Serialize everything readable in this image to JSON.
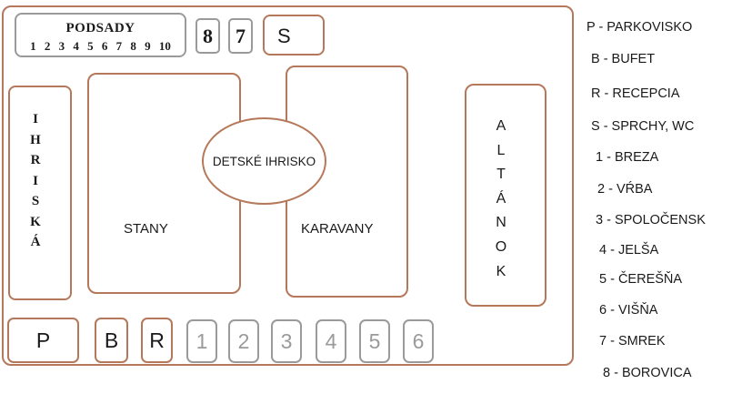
{
  "colors": {
    "facility_border": "#b5785a",
    "cabin_border": "#9a9a9a"
  },
  "map": {
    "podsady": {
      "title": "PODSADY",
      "numbers": "1 2 3 4 5 6 7 8 9 10"
    },
    "cabins_top": [
      "8",
      "7"
    ],
    "showers": "S",
    "playground_left": {
      "letters": [
        "I",
        "H",
        "R",
        "I",
        "S",
        "K",
        "Á"
      ]
    },
    "tents": "STANY",
    "children_playground": "DETSKÉ IHRISKO",
    "caravans": "KARAVANY",
    "gazebo": {
      "letters": [
        "A",
        "L",
        "T",
        "Á",
        "N",
        "O",
        "K"
      ]
    },
    "bottom": {
      "parking": "P",
      "buffet": "B",
      "reception": "R",
      "cabins": [
        "1",
        "2",
        "3",
        "4",
        "5",
        "6"
      ]
    }
  },
  "legend": [
    "P - PARKOVISKO",
    "B - BUFET",
    "R - RECEPCIA",
    "S - SPRCHY, WC",
    "1 - BREZA",
    "2 - VŔBA",
    "3 - SPOLOČENSK",
    "4 - JELŠA",
    "5 - ČEREŠŇA",
    "6 - VIŠŇA",
    "7 - SMREK",
    "8 - BOROVICA"
  ]
}
